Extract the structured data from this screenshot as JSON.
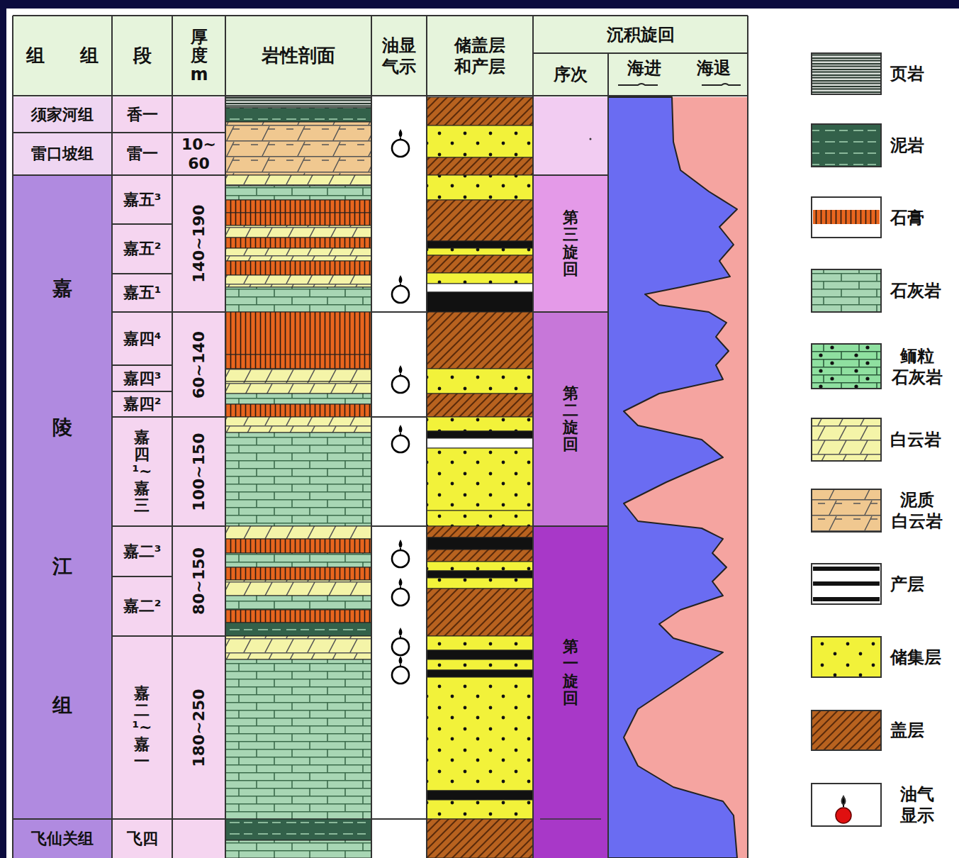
{
  "diagram": {
    "labels": [
      "组 组",
      "段",
      "厚度m",
      "岩性剖面",
      "油显 气示",
      "储盖层 和产层",
      "沉积旋回",
      "序次",
      "海进",
      "海退",
      "须家河组",
      "香一",
      "雷口坡组",
      "雷一",
      "10~ 60",
      "嘉陵江组",
      "嘉五³",
      "140~190",
      "第三旋回",
      "嘉五²",
      "嘉五¹",
      "嘉四⁴",
      "60~140",
      "第二旋回",
      "嘉四³",
      "嘉四²",
      "嘉四¹~嘉三",
      "100~150",
      "嘉二³",
      "80~150",
      "第一旋回",
      "嘉二²",
      "嘉二¹~嘉一",
      "180~250",
      "飞仙关组",
      "飞四"
    ],
    "legend": [
      {
        "text": "页岩"
      },
      {
        "text": "泥岩"
      },
      {
        "text": "石膏"
      },
      {
        "text": "石灰岩"
      },
      {
        "text": "鲕粒 石灰岩"
      },
      {
        "text": "白云岩"
      },
      {
        "text": "泥质 白云岩"
      },
      {
        "text": "产层"
      },
      {
        "text": "储集层"
      },
      {
        "text": "盖层"
      },
      {
        "text": "油气 显示"
      }
    ]
  }
}
